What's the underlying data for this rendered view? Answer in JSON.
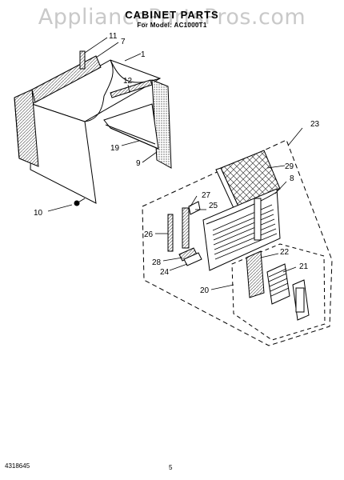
{
  "watermark": "AppliancePartsPros.com",
  "header": {
    "title": "CABINET PARTS",
    "subtitle": "For Model: AC1000T1"
  },
  "callouts": {
    "c1": "1",
    "c7": "7",
    "c8": "8",
    "c9": "9",
    "c10": "10",
    "c11": "11",
    "c12": "12",
    "c19": "19",
    "c20": "20",
    "c21": "21",
    "c22": "22",
    "c23": "23",
    "c24": "24",
    "c25": "25",
    "c26": "26",
    "c27": "27",
    "c28": "28",
    "c29": "29"
  },
  "footer": {
    "part_number": "4318645",
    "page_number": "5"
  }
}
